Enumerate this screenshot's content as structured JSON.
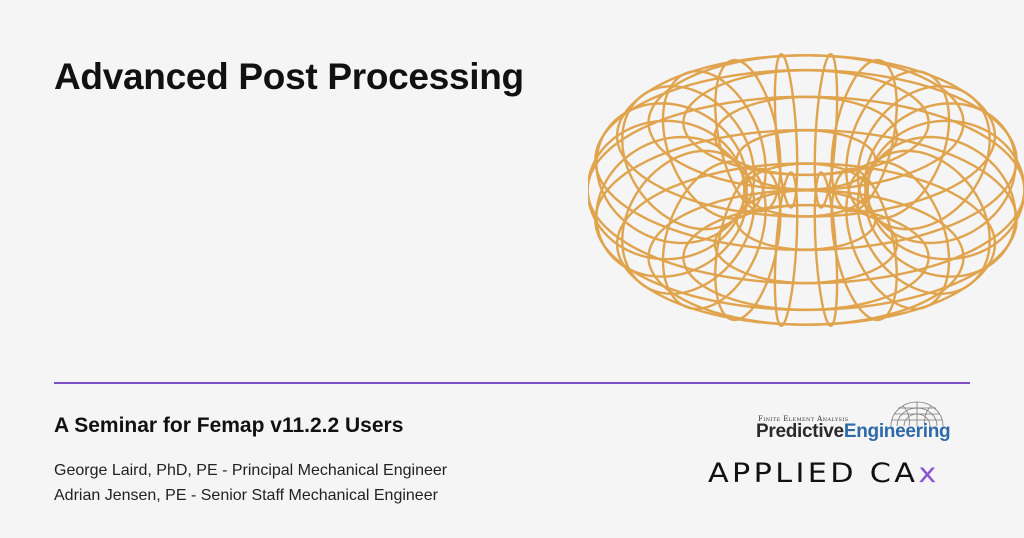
{
  "slide": {
    "title": "Advanced Post Processing",
    "subtitle": "A Seminar for Femap v11.2.2 Users",
    "presenters": [
      "George Laird, PhD, PE - Principal Mechanical Engineer",
      "Adrian Jensen, PE - Senior Staff Mechanical Engineer"
    ]
  },
  "logos": {
    "predictive_engineering": {
      "tagline": "Finite Element Analysis",
      "word_part1": "Predictive",
      "word_part2": "Engineering"
    },
    "applied_cax": {
      "text_main": "APPLIED CA",
      "text_accent": "x"
    }
  },
  "graphic": {
    "name": "wireframe-torus",
    "stroke_color": "#e0a44e"
  },
  "colors": {
    "background": "#f5f5f5",
    "divider": "#7d4fc6",
    "accent_purple": "#8a52d0",
    "engineering_blue": "#2f6aa8",
    "torus_orange": "#e0a44e"
  }
}
